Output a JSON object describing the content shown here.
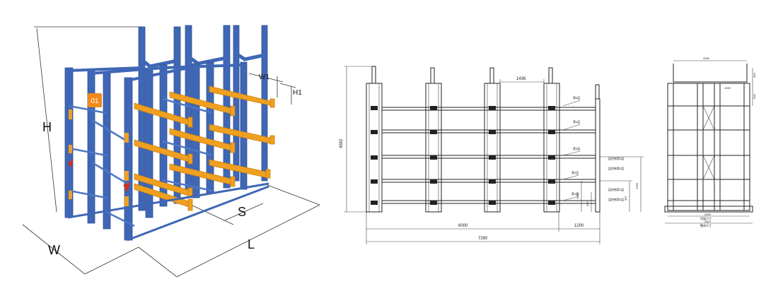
{
  "iso": {
    "labels": {
      "h": "H",
      "w": "W",
      "l": "L",
      "s": "S",
      "w1": "W1",
      "h1": "H1"
    },
    "badge": "01",
    "colors": {
      "frame": "#3f67b5",
      "frame_dark": "#2d4f93",
      "arm": "#f0a020",
      "arm_dark": "#c97f10",
      "badge": "#f08a1a",
      "accent_red": "#d23020"
    }
  },
  "front": {
    "dims": {
      "bay": "1436",
      "width_main": "6000",
      "width_ext": "1200",
      "width_total": "7290",
      "height_total": "4592",
      "h1": "1450",
      "h2": "630",
      "h3": "967",
      "h4": "1783"
    },
    "level_labels": [
      "第5层",
      "第4层",
      "第3层",
      "第2层",
      "第1层"
    ],
    "side_labels": [
      "层控制第3层",
      "层控制第2层",
      "层控制第1层",
      "层控制第4层"
    ]
  },
  "side": {
    "dims": {
      "top": "2050",
      "inner": "1000",
      "r1": "300",
      "r2": "600",
      "bottom": "2500",
      "total": "2610"
    },
    "notes": [
      "货架尺寸",
      "整体尺寸"
    ]
  }
}
